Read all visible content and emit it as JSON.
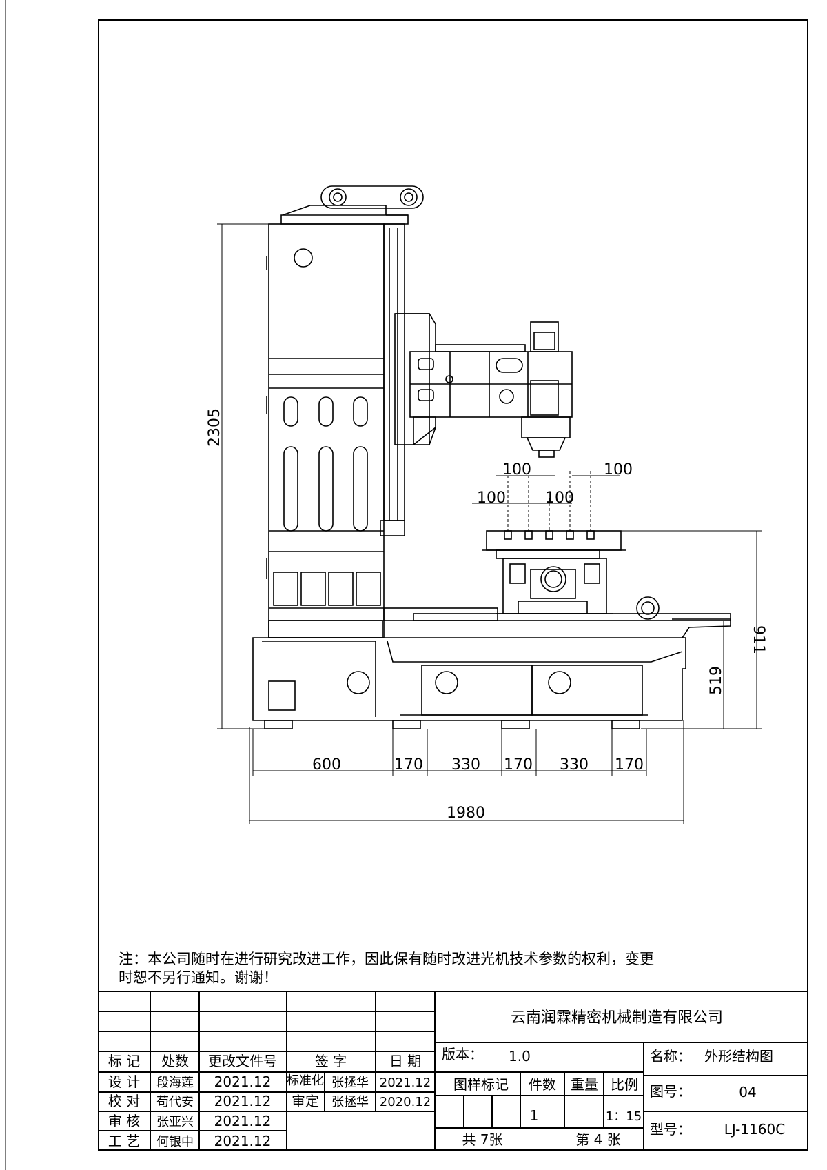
{
  "dimensions": {
    "height_total": "2305",
    "table_height": "911",
    "bed_height": "519",
    "slot_top_left": "100",
    "slot_top_right": "100",
    "slot_mid_left": "100",
    "slot_mid_right": "100",
    "base_segments": [
      "600",
      "170",
      "330",
      "170",
      "330",
      "170"
    ],
    "overall_length": "1980"
  },
  "note": {
    "line1": "注：本公司随时在进行研究改进工作，因此保有随时改进光机技术参数的权利，变更",
    "line2": "时恕不另行通知。谢谢！"
  },
  "title_block": {
    "company": "云南润霖精密机械制造有限公司",
    "headers": {
      "mark": "标 记",
      "place": "处数",
      "change_doc": "更改文件号",
      "sign": "签 字",
      "date": "日 期"
    },
    "rows": [
      {
        "role": "设 计",
        "name": "段海莲",
        "date": "2021.12"
      },
      {
        "role": "校 对",
        "name": "苟代安",
        "date": "2021.12"
      },
      {
        "role": "审 核",
        "name": "张亚兴",
        "date": "2021.12"
      },
      {
        "role": "工 艺",
        "name": "何银中",
        "date": "2021.12"
      }
    ],
    "standardize": {
      "label": "标准化",
      "name": "张拯华",
      "date": "2021.12"
    },
    "approve": {
      "label": "审定",
      "name": "张拯华",
      "date": "2020.12"
    },
    "version_label": "版本：",
    "version": "1.0",
    "name_label": "名称：",
    "name": "外形结构图",
    "cols": {
      "drawing_mark": "图样标记",
      "qty": "件数",
      "weight": "重量",
      "scale": "比例"
    },
    "qty": "1",
    "scale": "1：15",
    "sheets_total": "共 7张",
    "sheet_no": "第 4 张",
    "drawing_no_label": "图号：",
    "drawing_no": "04",
    "model_label": "型号：",
    "model": "LJ-1160C"
  }
}
